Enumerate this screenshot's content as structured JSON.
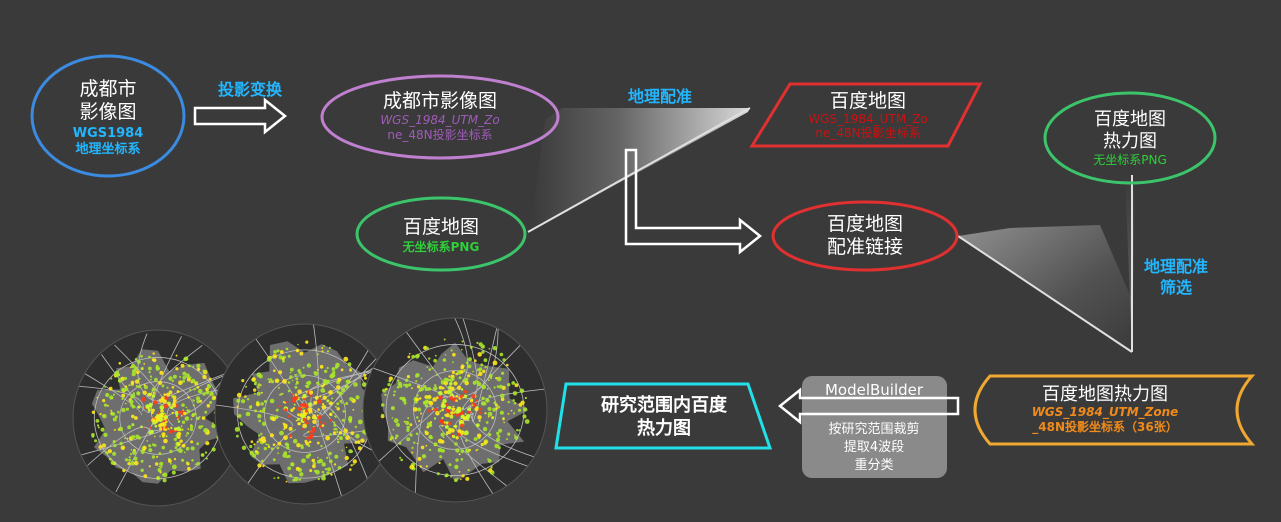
{
  "colors": {
    "background": "#3a3a3a",
    "blue": "#3b8be0",
    "cyan_text": "#22b6ff",
    "purple": "#c080d0",
    "purple_text": "#a05bb8",
    "red": "#e03030",
    "red_text": "#cc1111",
    "green": "#3cc46a",
    "green_text": "#2fcf3a",
    "orange": "#f0a830",
    "orange_text": "#f08a1a",
    "cyan_border": "#20e0e8",
    "gray_box": "#8a8a8a"
  },
  "nodes": {
    "chengdu_geo": {
      "line1": "成都市",
      "line2": "影像图",
      "sub1": "WGS1984",
      "sub2": "地理坐标系"
    },
    "chengdu_proj": {
      "title": "成都市影像图",
      "sub1": "WGS_1984_UTM_Zo",
      "sub2": "ne_48N投影坐标系"
    },
    "baidu_map_utm": {
      "title": "百度地图",
      "sub1": "WGS_1984_UTM_Zo",
      "sub2": "ne_48N投影坐标系"
    },
    "baidu_heat_png": {
      "line1": "百度地图",
      "line2": "热力图",
      "sub": "无坐标系PNG"
    },
    "baidu_map_png": {
      "title": "百度地图",
      "sub": "无坐标系PNG"
    },
    "registration_link": {
      "line1": "百度地图",
      "line2": "配准链接"
    },
    "heat_utm": {
      "title": "百度地图热力图",
      "sub1": "WGS_1984_UTM_Zone",
      "sub2": "_48N投影坐标系（36张）"
    },
    "modelbuilder": {
      "title": "ModelBuilder",
      "line1": "按研究范围裁剪",
      "line2": "提取4波段",
      "line3": "重分类"
    },
    "result": {
      "line1": "研究范围内百度",
      "line2": "热力图"
    }
  },
  "labels": {
    "projection": "投影变换",
    "georef": "地理配准",
    "georef_filter_1": "地理配准",
    "georef_filter_2": "筛选"
  },
  "icons": {
    "arrows": "hollow-arrow-icon",
    "maps": "heatmap-thumbnail-icon"
  }
}
